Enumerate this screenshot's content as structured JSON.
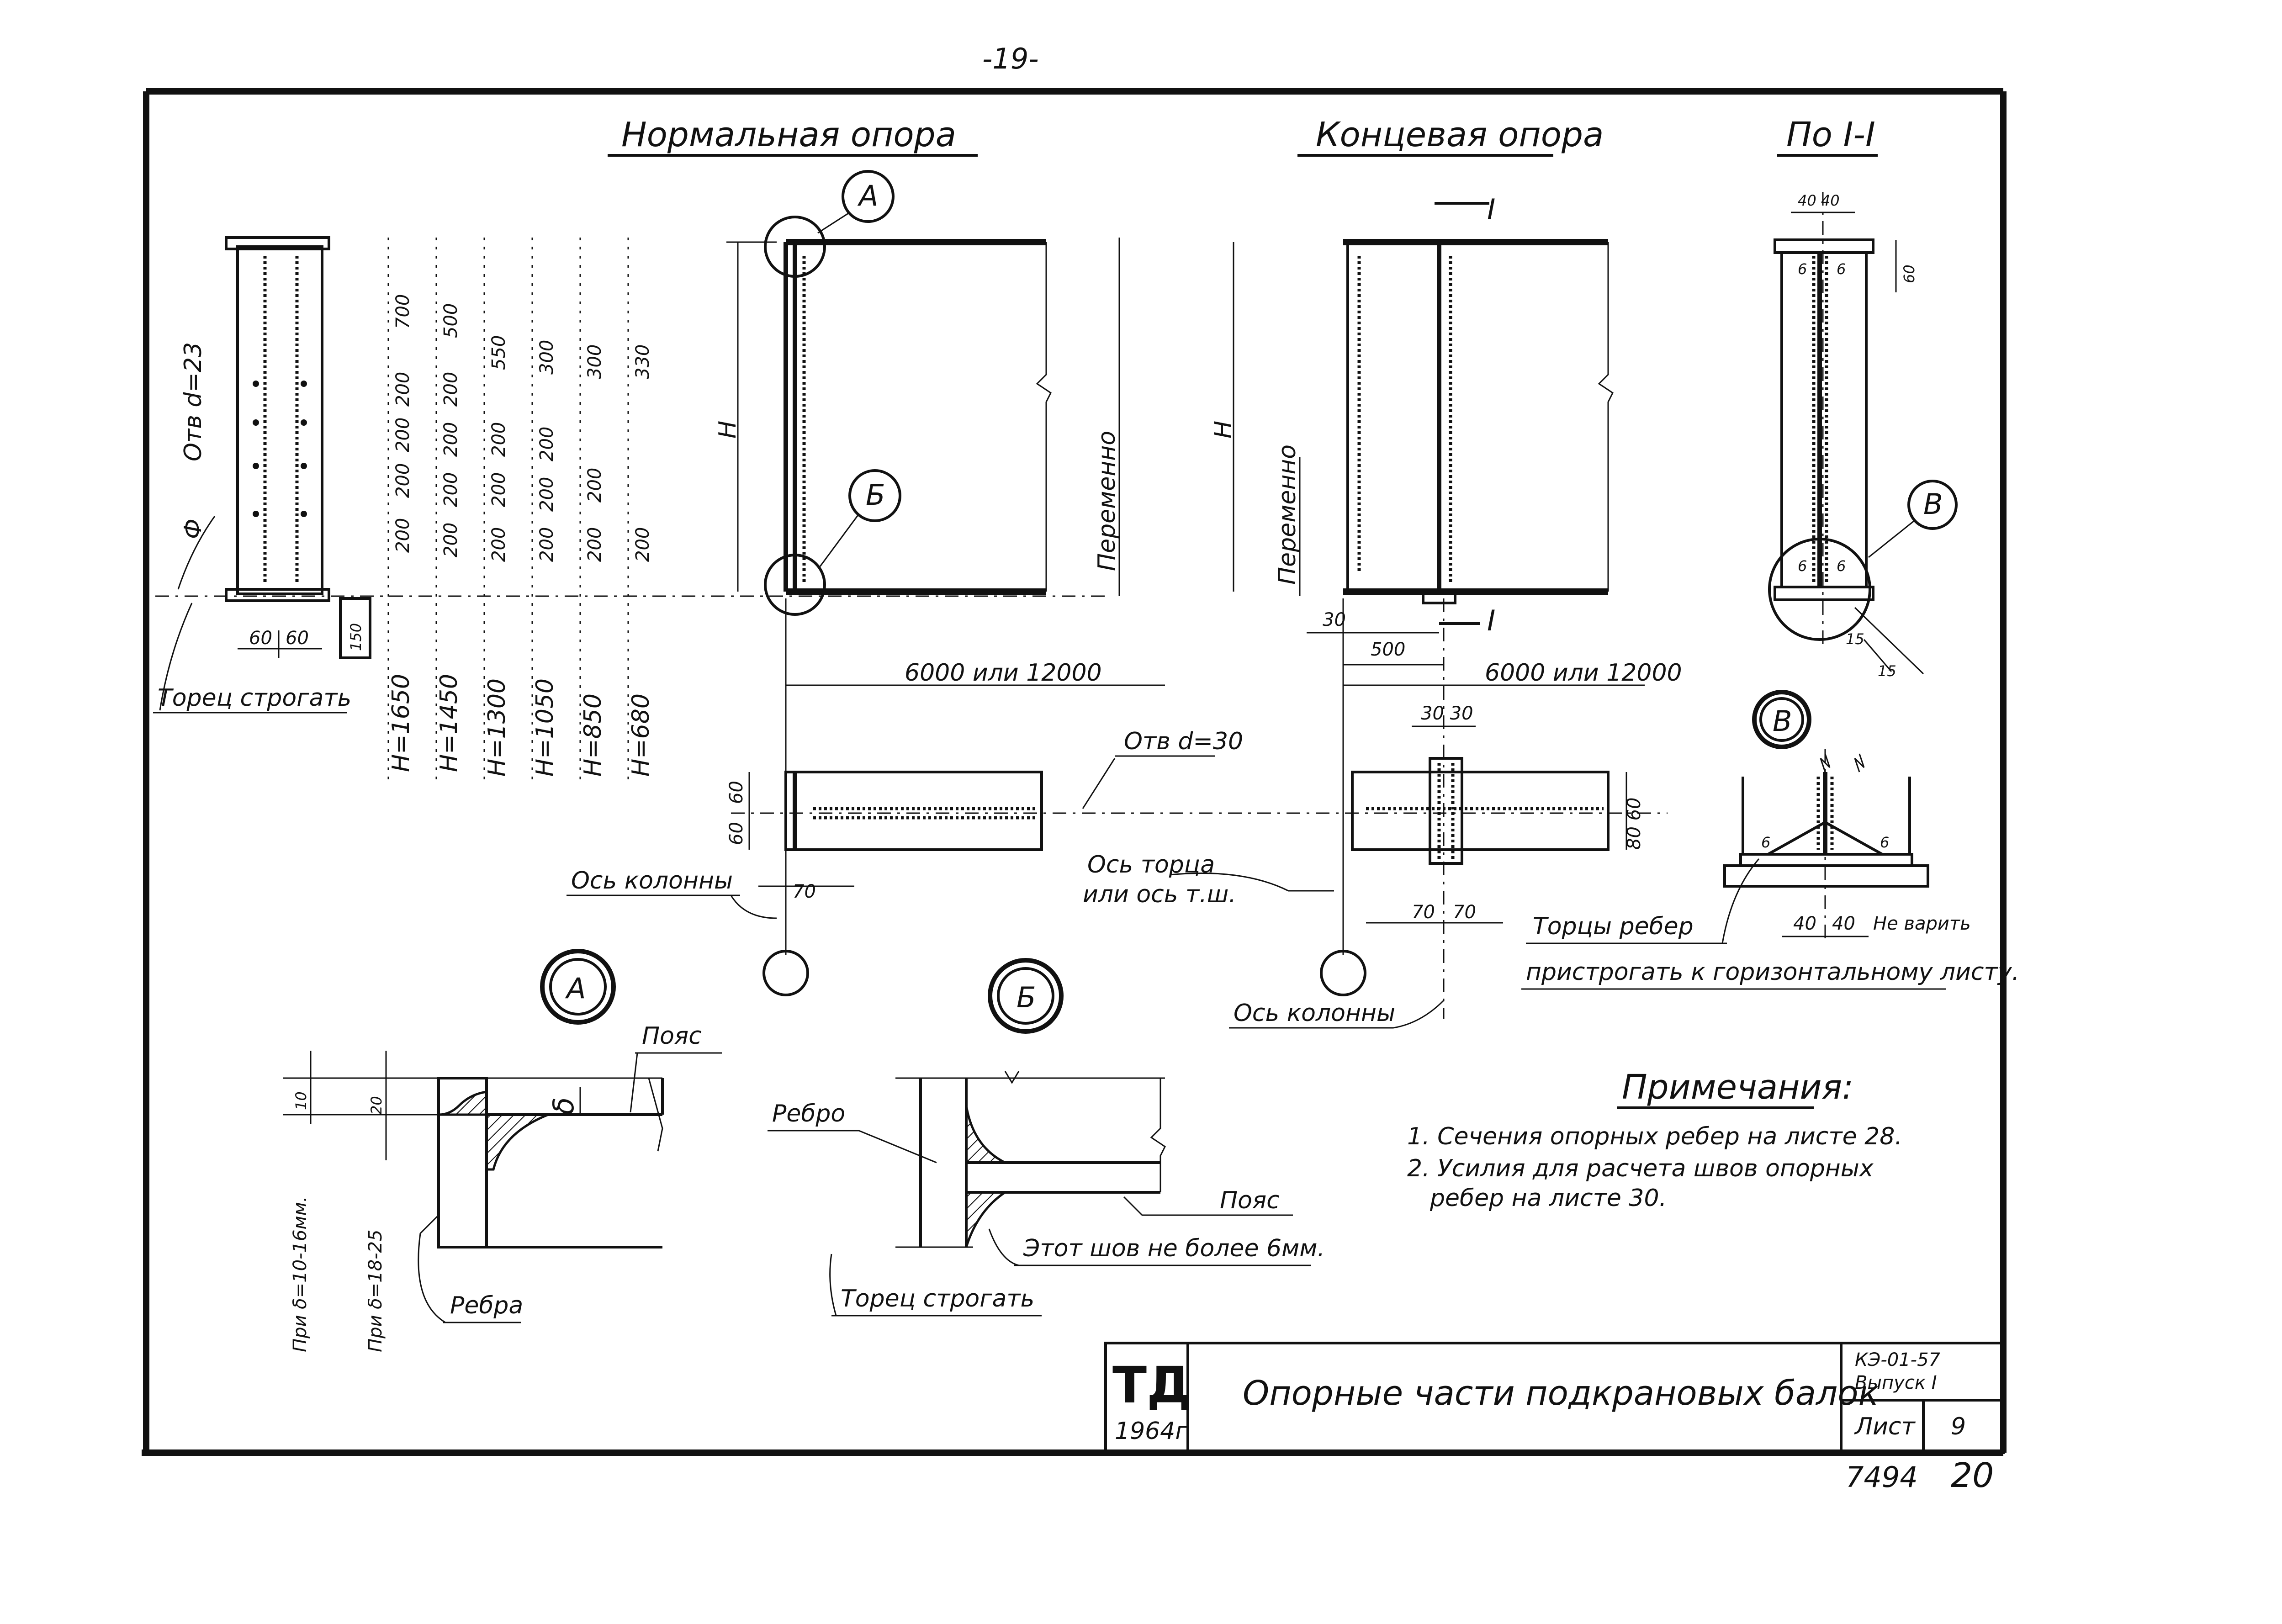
{
  "page_number": "-19-",
  "views": {
    "normal_support": "Нормальная опора",
    "end_support": "Концевая опора",
    "section_1_1": "По I-I"
  },
  "left_part": {
    "hole_label": "Отв d=23",
    "small_mark": "Ф",
    "width_dims": [
      "60",
      "60"
    ],
    "box_dim": "150",
    "end_note": "Торец строгать",
    "columns": [
      {
        "h": "H=1650",
        "dims": [
          "700",
          "200",
          "200",
          "200",
          "200"
        ]
      },
      {
        "h": "H=1450",
        "dims": [
          "500",
          "200",
          "200",
          "200",
          "200"
        ]
      },
      {
        "h": "H=1300",
        "dims": [
          "550",
          "200",
          "200",
          "200"
        ]
      },
      {
        "h": "H=1050",
        "dims": [
          "300",
          "200",
          "200",
          "200"
        ]
      },
      {
        "h": "H=850",
        "dims": [
          "300",
          "200",
          "200"
        ]
      },
      {
        "h": "H=680",
        "dims": [
          "330",
          "200"
        ]
      }
    ]
  },
  "normal_view": {
    "callout_a": "А",
    "callout_b": "Б",
    "h_label": "H",
    "variable": "Переменно",
    "span": "6000 или 12000",
    "hole_label": "Отв d=30",
    "dim_60a": "60",
    "dim_60b": "60",
    "dim_70": "70",
    "column_axis": "Ось колонны",
    "end_axis_1": "Ось торца",
    "end_axis_2": "или ось т.ш."
  },
  "end_view": {
    "cut_1": "I",
    "cut_2": "I",
    "h_label": "H",
    "variable": "Переменно",
    "dim_30": "30",
    "dim_500": "500",
    "span": "6000 или 12000",
    "dim_3030": "30 30",
    "dim_8060": "80 60",
    "dim_70a": "70",
    "dim_70b": "70",
    "column_axis": "Ось колонны"
  },
  "section_view": {
    "dim_top": "40 40",
    "dim_60": "60",
    "weld_6a": "6",
    "weld_6b": "6",
    "weld_6c": "6",
    "weld_6d": "6",
    "callout_v": "В",
    "dim_15a": "15",
    "dim_15b": "15"
  },
  "detail_v": {
    "label": "В",
    "weld_6a": "6",
    "weld_6b": "6",
    "dim_40a": "40",
    "dim_40b": "40",
    "no_weld": "Не варить",
    "rib_note_1": "Торцы ребер",
    "rib_note_2": "пристрогать к горизонтальному листу."
  },
  "detail_a": {
    "label": "А",
    "belt": "Пояс",
    "delta": "δ",
    "dim_10": "10",
    "dim_20": "20",
    "rib": "Ребра",
    "note_1": "При δ=10-16мм.",
    "note_2": "При δ=18-25"
  },
  "detail_b": {
    "label": "Б",
    "rib": "Ребро",
    "belt": "Пояс",
    "weld_note": "Этот шов не более 6мм.",
    "end_note": "Торец строгать"
  },
  "notes": {
    "title": "Примечания:",
    "items": [
      "1. Сечения опорных ребер на листе 28.",
      "2. Усилия для расчета швов опорных",
      "ребер на листе 30."
    ]
  },
  "title_block": {
    "org": "ТД",
    "year": "1964г",
    "title": "Опорные части подкрановых балок",
    "series": "КЭ-01-57",
    "issue": "Выпуск I",
    "sheet_label": "Лист",
    "sheet_no": "9"
  },
  "footer": {
    "code": "7494",
    "page": "20"
  }
}
